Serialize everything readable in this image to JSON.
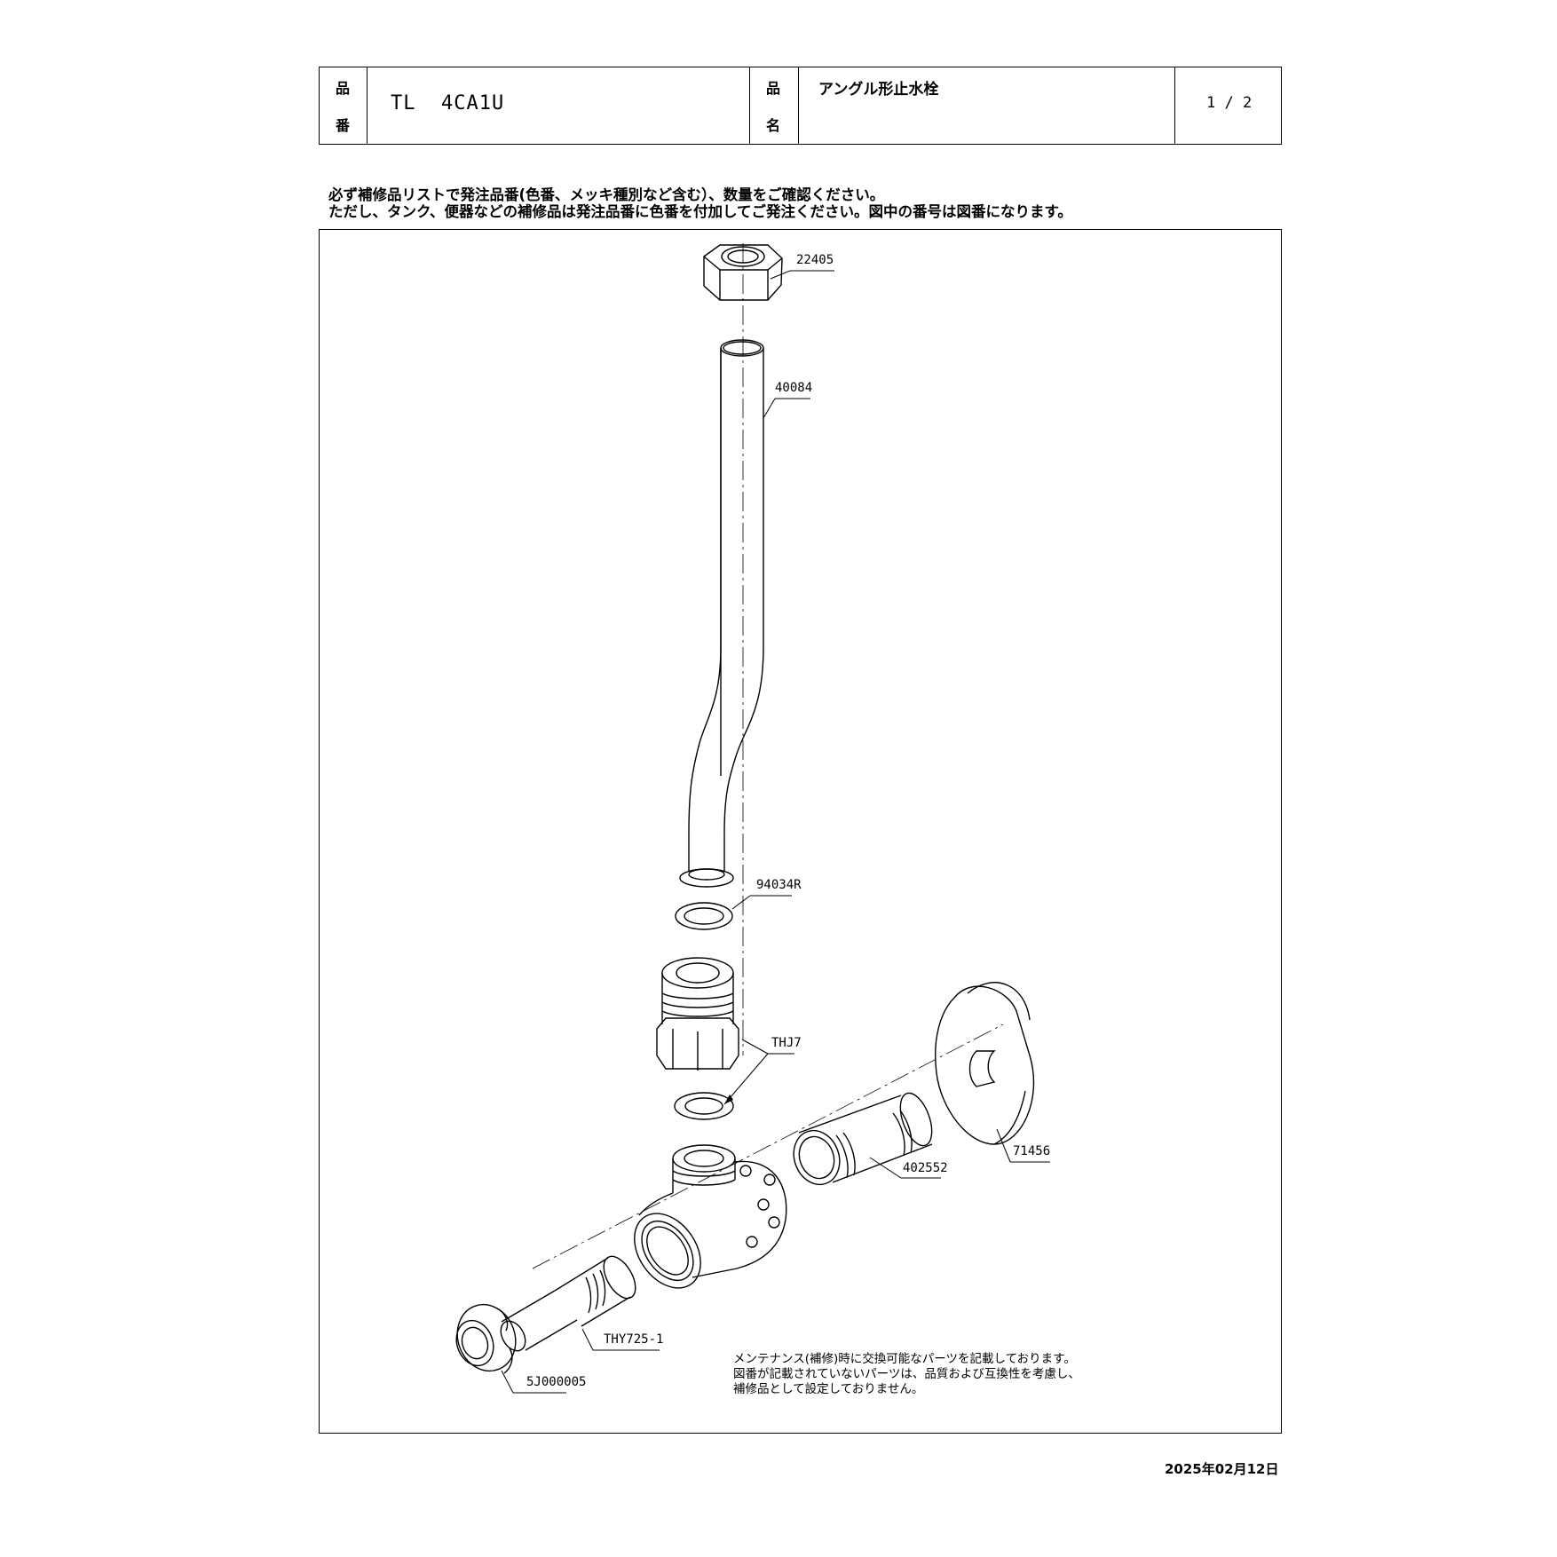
{
  "header": {
    "code_label_1": "品",
    "code_label_2": "番",
    "code_value": "TL  4CA1U",
    "name_label_1": "品",
    "name_label_2": "名",
    "name_value": "アングル形止水栓",
    "page": "1 / 2"
  },
  "notice": {
    "line1": "必ず補修品リストで発注品番(色番、メッキ種別など含む）、数量をご確認ください。",
    "line2": "ただし、タンク、便器などの補修品は発注品番に色番を付加してご発注ください。図中の番号は図番になります。"
  },
  "parts": [
    {
      "id": "22405"
    },
    {
      "id": "40084"
    },
    {
      "id": "94034R"
    },
    {
      "id": "THJ7"
    },
    {
      "id": "71456"
    },
    {
      "id": "402552"
    },
    {
      "id": "THY725-1"
    },
    {
      "id": "5J000005"
    }
  ],
  "maintenance_note": {
    "line1": "メンテナンス(補修)時に交換可能なパーツを記載しております。",
    "line2": "図番が記載されていないパーツは、品質および互換性を考慮し、",
    "line3": "補修品として設定しておりません。"
  },
  "date": "2025年02月12日"
}
